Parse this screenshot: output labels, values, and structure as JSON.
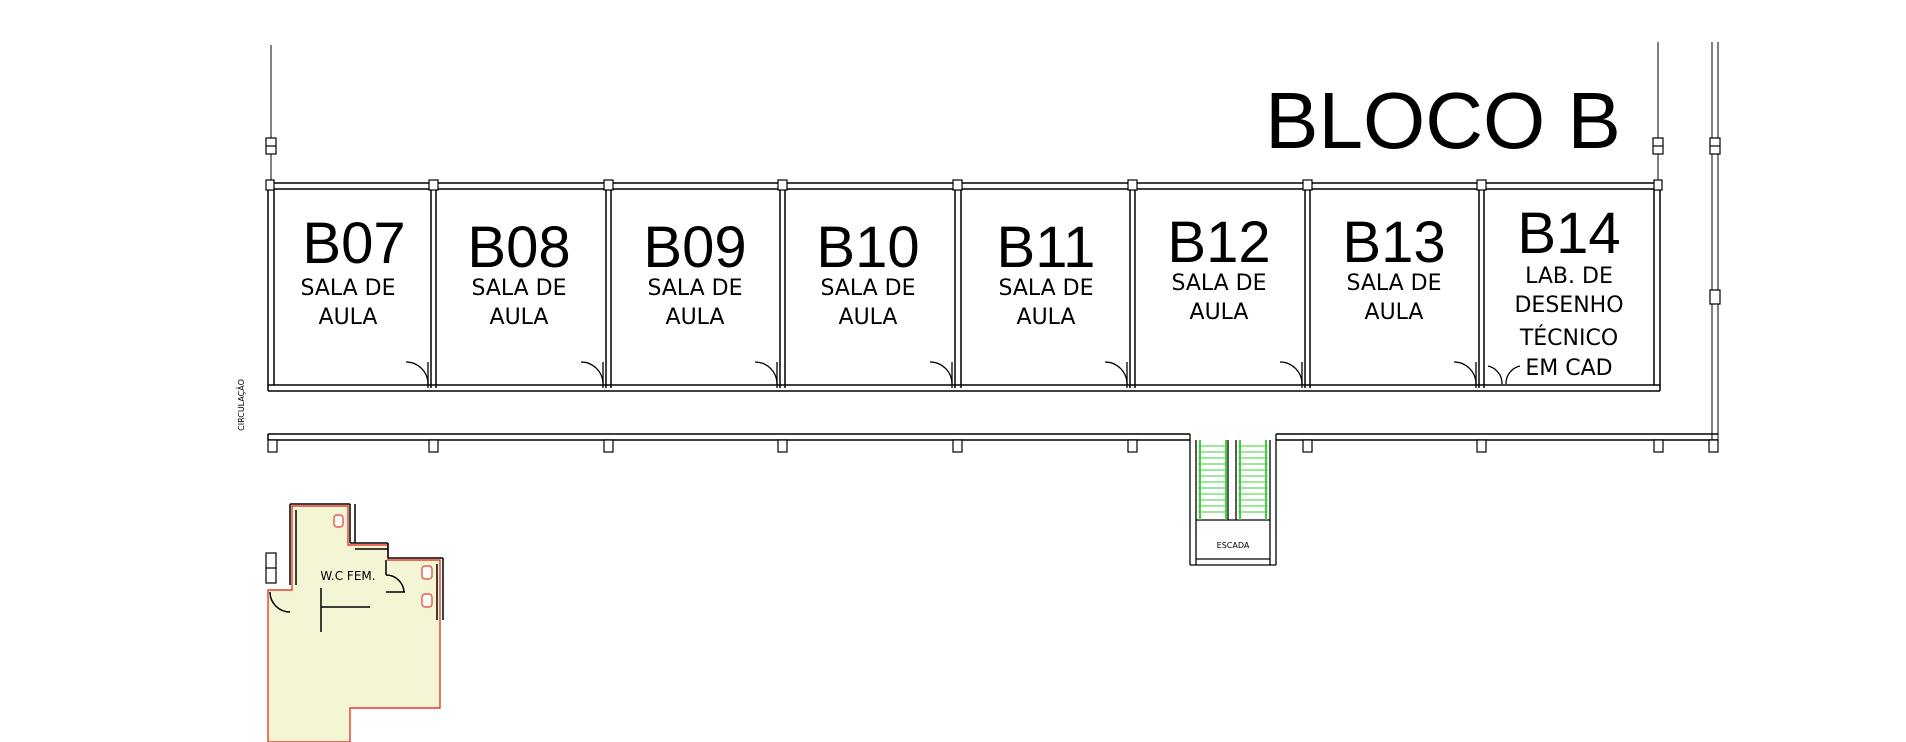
{
  "block": {
    "title": "BLOCO B"
  },
  "rooms": [
    {
      "code": "B07",
      "lines": [
        "SALA DE",
        "AULA"
      ]
    },
    {
      "code": "B08",
      "lines": [
        "SALA DE",
        "AULA"
      ]
    },
    {
      "code": "B09",
      "lines": [
        "SALA DE",
        "AULA"
      ]
    },
    {
      "code": "B10",
      "lines": [
        "SALA DE",
        "AULA"
      ]
    },
    {
      "code": "B11",
      "lines": [
        "SALA DE",
        "AULA"
      ]
    },
    {
      "code": "B12",
      "lines": [
        "SALA DE",
        "AULA"
      ]
    },
    {
      "code": "B13",
      "lines": [
        "SALA DE",
        "AULA"
      ]
    },
    {
      "code": "B14",
      "lines": [
        "LAB. DE",
        "DESENHO",
        "TÉCNICO",
        "EM CAD"
      ]
    }
  ],
  "labels": {
    "corridor": "CIRCULAÇÃO",
    "stairs": "ESCADA",
    "restroom": "W.C FEM."
  },
  "colors": {
    "wall": "#000000",
    "restroom_fill": "#f4f5d4",
    "restroom_outline": "#e53c2e",
    "stair_lines": "#3ecf3e",
    "fixture": "#e53c2e"
  }
}
